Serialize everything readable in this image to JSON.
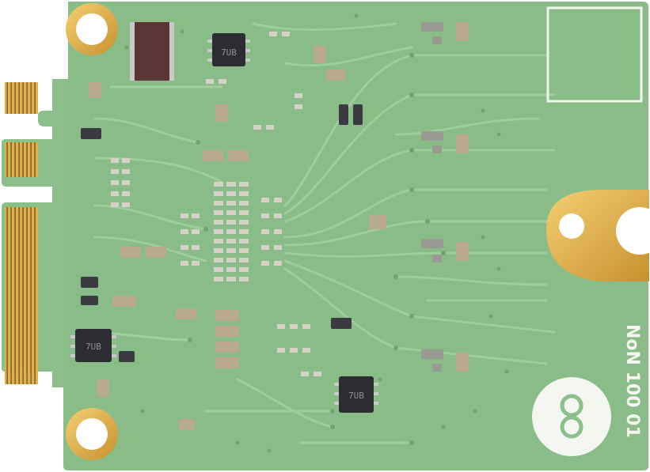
{
  "board": {
    "silkscreen_text": "NoN 100 01",
    "chip_marking_a": "7UB",
    "chip_marking_b": "7UB",
    "chip_marking_c": "7UB",
    "colors": {
      "pcb": "#8cc08a",
      "pcb_dark": "#78ad77",
      "trace": "#a3cf9e",
      "gold": "#d8a645",
      "gold_light": "#f0c865",
      "silk": "#f4f6f2",
      "ic": "#2c2d33",
      "resistor": "#5c3636",
      "cap": "#b8a98f"
    }
  }
}
